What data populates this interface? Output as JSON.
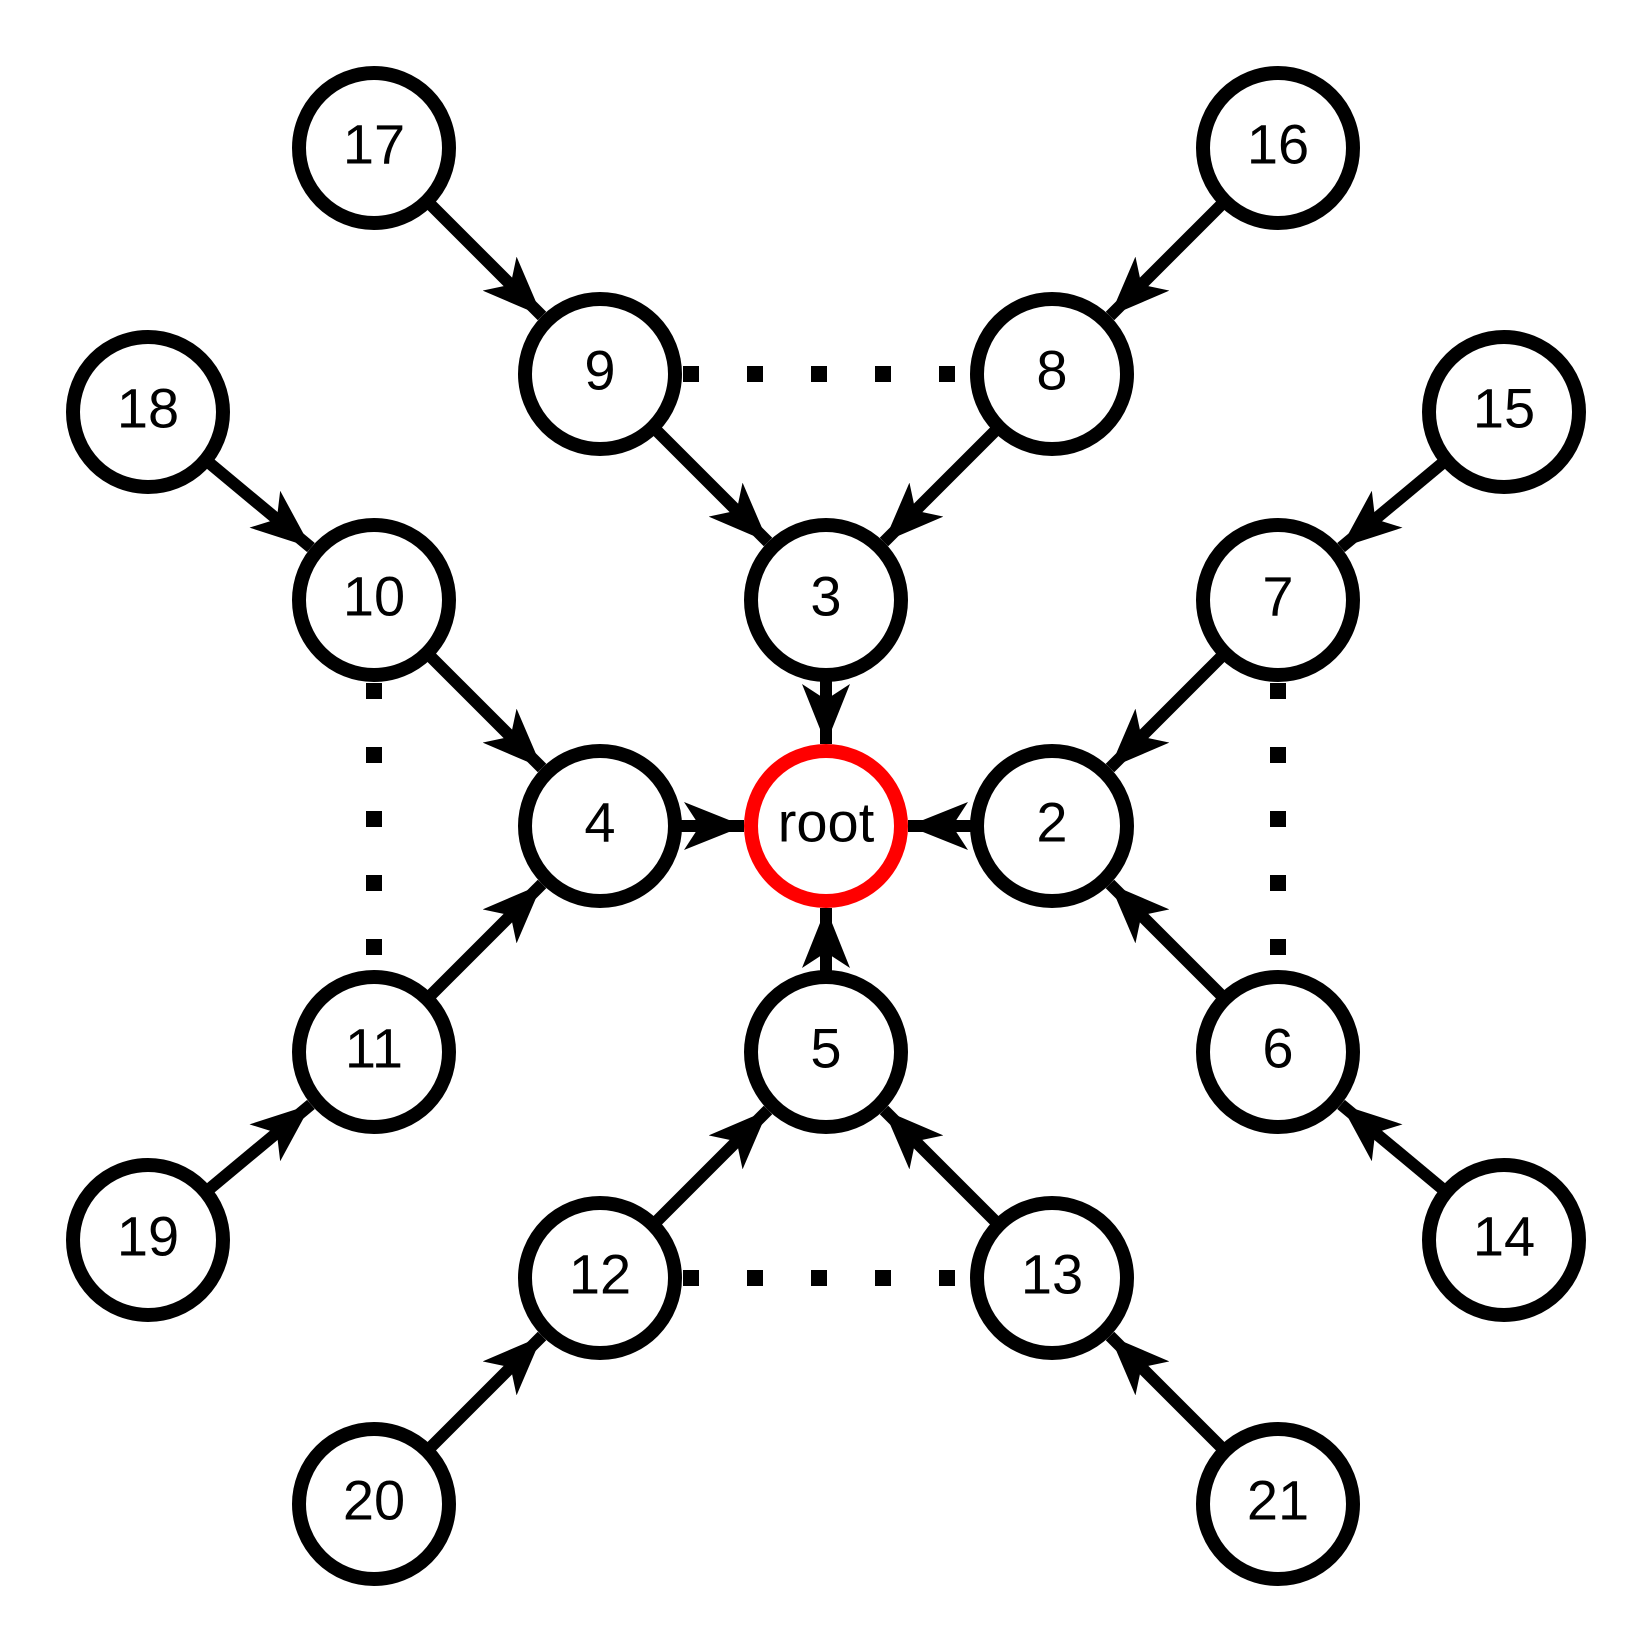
{
  "colors": {
    "stroke": "#000000",
    "root_stroke": "#ff0000",
    "fill": "#ffffff"
  },
  "nodes": [
    {
      "id": "root",
      "label": "root",
      "highlight": true
    },
    {
      "id": "2",
      "label": "2"
    },
    {
      "id": "3",
      "label": "3"
    },
    {
      "id": "4",
      "label": "4"
    },
    {
      "id": "5",
      "label": "5"
    },
    {
      "id": "6",
      "label": "6"
    },
    {
      "id": "7",
      "label": "7"
    },
    {
      "id": "8",
      "label": "8"
    },
    {
      "id": "9",
      "label": "9"
    },
    {
      "id": "10",
      "label": "10"
    },
    {
      "id": "11",
      "label": "11"
    },
    {
      "id": "12",
      "label": "12"
    },
    {
      "id": "13",
      "label": "13"
    },
    {
      "id": "14",
      "label": "14"
    },
    {
      "id": "15",
      "label": "15"
    },
    {
      "id": "16",
      "label": "16"
    },
    {
      "id": "17",
      "label": "17"
    },
    {
      "id": "18",
      "label": "18"
    },
    {
      "id": "19",
      "label": "19"
    },
    {
      "id": "20",
      "label": "20"
    },
    {
      "id": "21",
      "label": "21"
    }
  ],
  "edges": [
    {
      "from": "2",
      "to": "root"
    },
    {
      "from": "3",
      "to": "root"
    },
    {
      "from": "4",
      "to": "root"
    },
    {
      "from": "5",
      "to": "root"
    },
    {
      "from": "6",
      "to": "2"
    },
    {
      "from": "7",
      "to": "2"
    },
    {
      "from": "8",
      "to": "3"
    },
    {
      "from": "9",
      "to": "3"
    },
    {
      "from": "10",
      "to": "4"
    },
    {
      "from": "11",
      "to": "4"
    },
    {
      "from": "12",
      "to": "5"
    },
    {
      "from": "13",
      "to": "5"
    },
    {
      "from": "14",
      "to": "6"
    },
    {
      "from": "15",
      "to": "7"
    },
    {
      "from": "16",
      "to": "8"
    },
    {
      "from": "17",
      "to": "9"
    },
    {
      "from": "18",
      "to": "10"
    },
    {
      "from": "19",
      "to": "11"
    },
    {
      "from": "20",
      "to": "12"
    },
    {
      "from": "21",
      "to": "13"
    }
  ],
  "dotted_links": [
    {
      "a": "9",
      "b": "8"
    },
    {
      "a": "7",
      "b": "6"
    },
    {
      "a": "10",
      "b": "11"
    },
    {
      "a": "12",
      "b": "13"
    }
  ]
}
